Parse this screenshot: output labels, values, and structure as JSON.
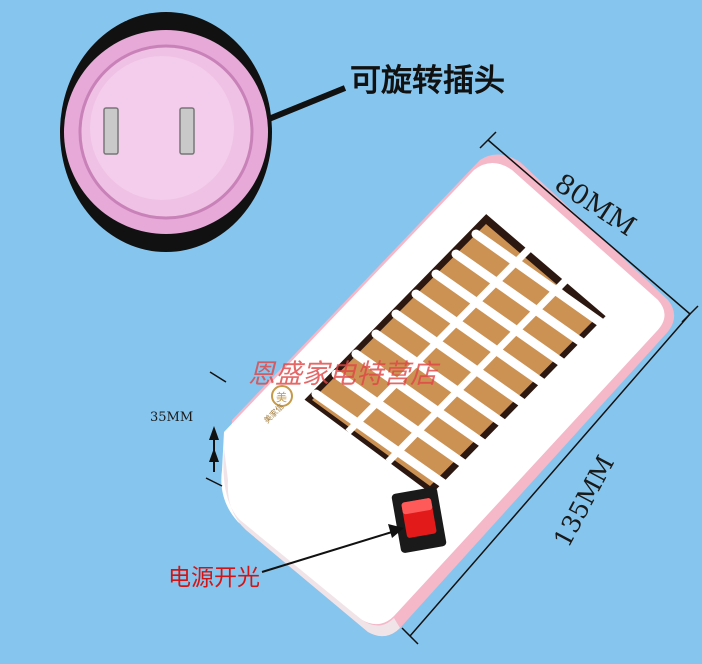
{
  "labels": {
    "rotatable_plug": "可旋转插头",
    "power_switch": "电源开光",
    "store_watermark": "恩盛家电特营店",
    "brand_mark": "美家信"
  },
  "dimensions": {
    "width": "80MM",
    "length": "135MM",
    "height": "35MM"
  },
  "colors": {
    "background": "#86c6ee",
    "device_body": "#ffffff",
    "device_base": "#f4b8c8",
    "plug_face": "#e7a9d8",
    "switch_red": "#e21a1a",
    "label_red": "#d41414",
    "heater_coil": "#e8a860"
  },
  "icons": [
    "plug-prong-icon",
    "arrow-icon",
    "rocker-switch-icon",
    "brand-logo-icon"
  ]
}
